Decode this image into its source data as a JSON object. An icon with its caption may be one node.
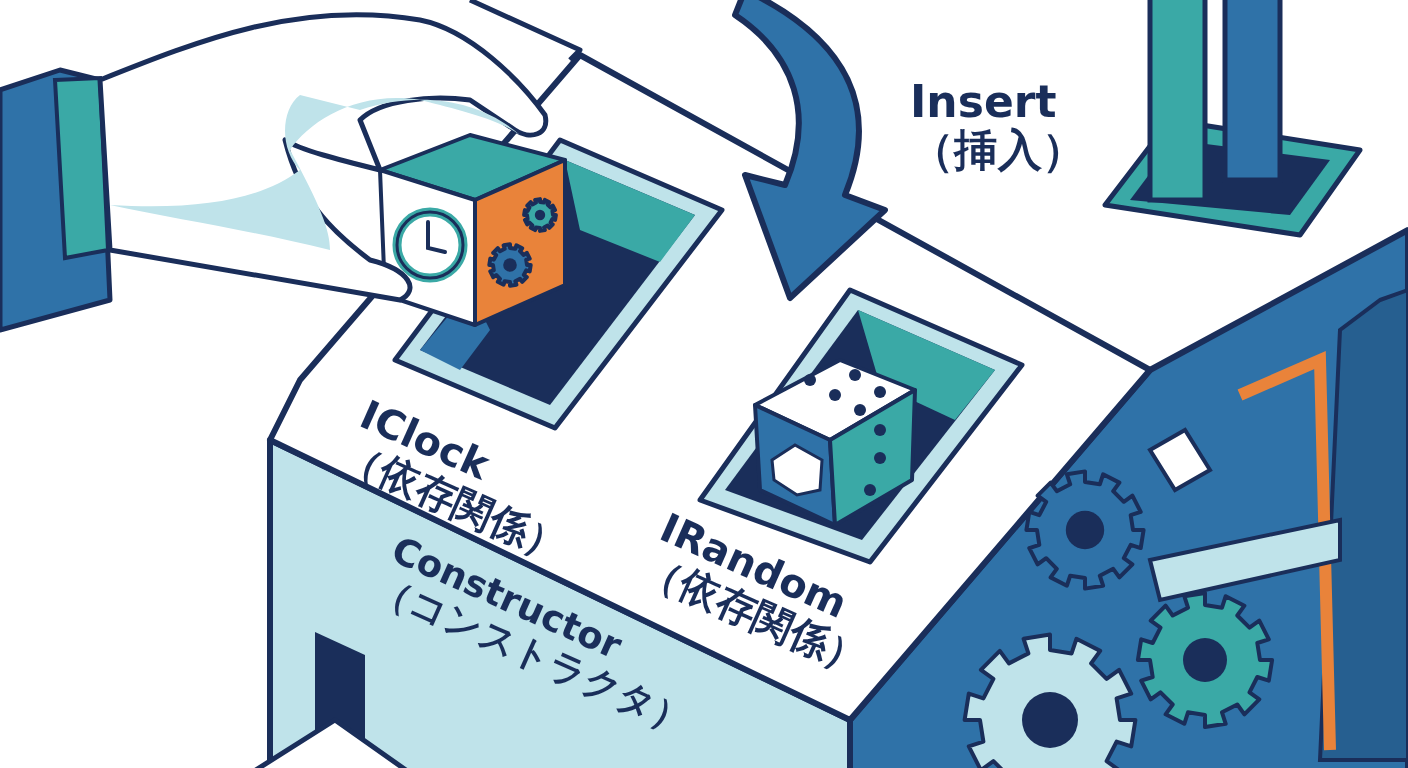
{
  "diagram": {
    "labels": [
      "Insert （挿入）",
      "IClock （依存関係）",
      "IRandom （依存関係）",
      "Constructor （コンストラクタ）"
    ]
  }
}
